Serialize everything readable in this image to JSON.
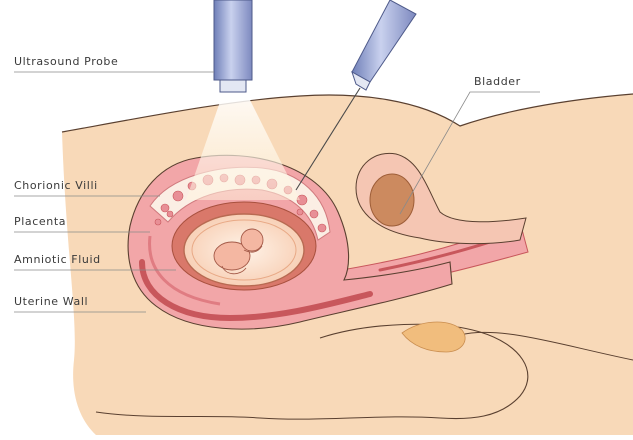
{
  "labels": {
    "probe": "Ultrasound Probe",
    "villi": "Chorionic Villi",
    "placenta": "Placenta",
    "fluid": "Amniotic Fluid",
    "wall": "Uterine Wall",
    "bladder": "Bladder"
  },
  "colors": {
    "skin": "#f8d9b8",
    "skin_outline": "#5a4030",
    "uterus": "#f2a6a8",
    "uterus_dark": "#c8575c",
    "placenta": "#d9786a",
    "fluid": "#fbe0cc",
    "fetus": "#f4b7a2",
    "bladder": "#cc8a5f",
    "probe_body": "#8d9bc8",
    "beam": "#fffde8"
  },
  "icons": [
    "ultrasound-probe-icon",
    "needle-icon"
  ]
}
